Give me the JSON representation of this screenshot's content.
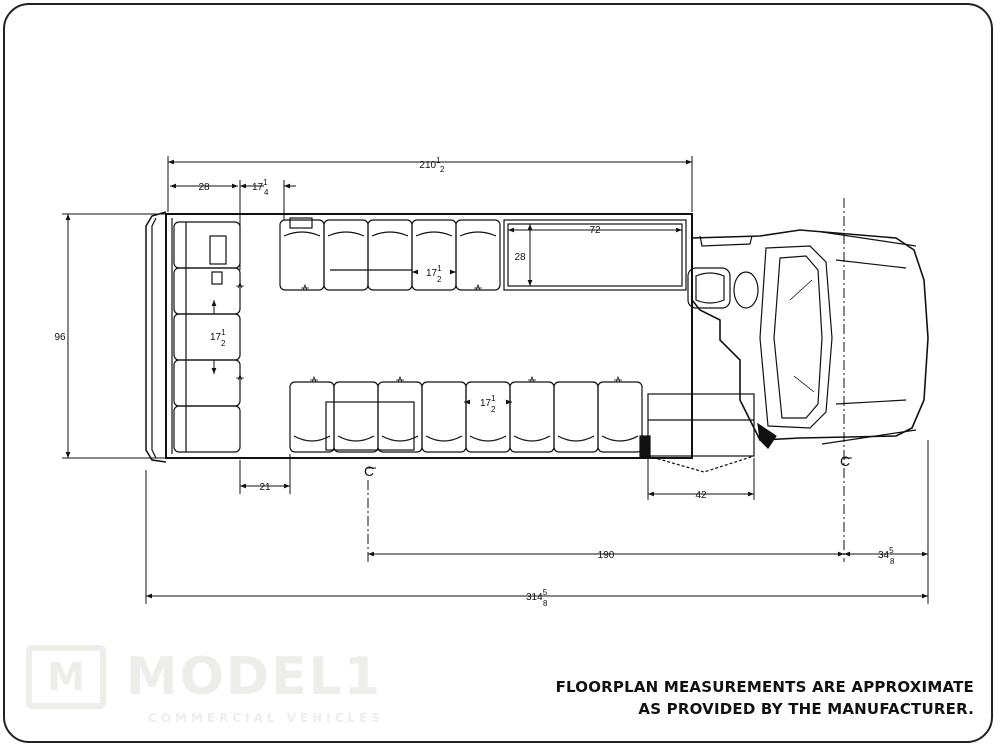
{
  "dimensions": {
    "overall_top": {
      "whole": "210",
      "num": "1",
      "den": "2"
    },
    "rear_seat_depth": "28",
    "aisle_gap": {
      "whole": "17",
      "num": "1",
      "den": "4"
    },
    "width": "96",
    "rear_pitch": {
      "whole": "17",
      "num": "1",
      "den": "2"
    },
    "upper_pitch": {
      "whole": "17",
      "num": "1",
      "den": "2"
    },
    "lower_pitch": {
      "whole": "17",
      "num": "1",
      "den": "2"
    },
    "cargo_length": "72",
    "cargo_depth": "28",
    "lower_offset": "21",
    "door_width": "42",
    "centerline_span": "190",
    "front_overhang": {
      "whole": "34",
      "num": "5",
      "den": "8"
    },
    "overall_length": {
      "whole": "314",
      "num": "5",
      "den": "8"
    }
  },
  "centerline_marker": "C",
  "note": {
    "line1": "FLOORPLAN MEASUREMENTS ARE APPROXIMATE",
    "line2": "AS PROVIDED BY THE MANUFACTURER."
  },
  "logo": {
    "mark": "M",
    "word": "MODEL1",
    "sub": "COMMERCIAL VEHICLES"
  }
}
